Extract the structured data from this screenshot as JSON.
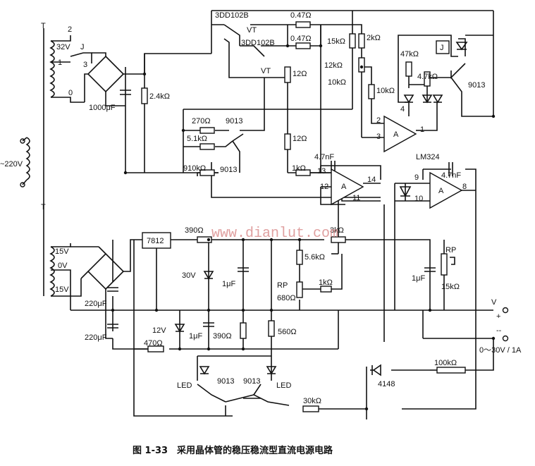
{
  "watermark": "www.dianlut.com",
  "caption": "图 1-33　采用晶体管的稳压稳流型直流电源电路",
  "labels": {
    "T_top": "T",
    "tap2": "2",
    "v32": "32V",
    "J1": "J",
    "tap1": "1",
    "tap3": "3",
    "tap0": "0",
    "c1000": "1000μF",
    "r24k": "2.4kΩ",
    "mains": "~220V",
    "T_bottom": "T",
    "v15a": "15V",
    "v0": "0V",
    "v15b": "15V",
    "c220a": "220μF",
    "c220b": "220μF",
    "q3dd1": "3DD102B",
    "vt1": "VT",
    "q3dd2": "3DD102B",
    "vt2": "VT",
    "r047a": "0.47Ω",
    "r047b": "0.47Ω",
    "r12a": "12Ω",
    "r12b": "12Ω",
    "r270": "270Ω",
    "q9013a": "9013",
    "r51k": "5.1kΩ",
    "r910k": "910kΩ",
    "q9013b": "9013",
    "r15k": "15kΩ",
    "r2k": "2kΩ",
    "r12k": "12kΩ",
    "r10ka": "10kΩ",
    "r10kb": "10kΩ",
    "r47k": "47kΩ",
    "r4k7": "4.7kΩ",
    "q9013c": "9013",
    "relay": "J",
    "a3": "A",
    "a3pin2": "2",
    "a3pin3": "3",
    "a3pin4": "4",
    "a3pin1": "1",
    "c47nfa": "4.7nF",
    "r1ka": "1kΩ",
    "a1pin13": "13",
    "a1pin12": "12",
    "a1pin14": "14",
    "a1pin11": "11",
    "a1": "A",
    "lm324": "LM324",
    "c47nfb": "4.7nF",
    "a2pin9": "9",
    "a2pin10": "10",
    "a2pin8": "8",
    "a2": "A",
    "reg7812": "7812",
    "r390a": "390Ω",
    "r3k": "3kΩ",
    "z30v": "30V",
    "c1ufa": "1μF",
    "r56k": "5.6kΩ",
    "rp2": "RP",
    "r680": "680Ω",
    "r1kb": "1kΩ",
    "rp1": "RP",
    "c1ufb": "1μF",
    "r15k2": "15kΩ",
    "vo": "V",
    "plus": "+",
    "minus": "--",
    "outrange": "0～30V / 1A",
    "z12v": "12V",
    "c1ufc": "1μF",
    "r390b": "390Ω",
    "r560": "560Ω",
    "r470": "470Ω",
    "r100k": "100kΩ",
    "d4148": "4148",
    "led1": "LED",
    "q9013d": "9013",
    "q9013e": "9013",
    "led2": "LED",
    "r30k": "30kΩ"
  }
}
